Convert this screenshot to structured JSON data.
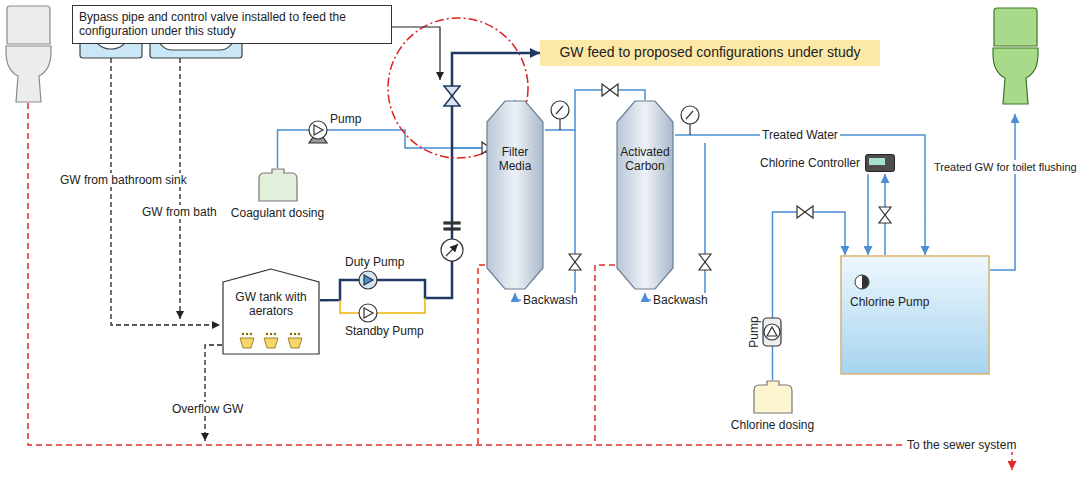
{
  "diagram": {
    "nodes": [
      {
        "text": [
          "Bypass pipe and control valve installed to feed the configuration under this study"
        ]
      },
      {
        "text": [
          "GW feed to proposed configurations under study"
        ]
      },
      {
        "text": [
          "Coagulant dosing"
        ]
      },
      {
        "text": [
          "GW tank with aerators"
        ]
      },
      {
        "text": [
          "Filter Media"
        ]
      },
      {
        "text": [
          "Activated Carbon"
        ]
      },
      {
        "text": [
          "Chlorine Controller"
        ]
      },
      {
        "text": [
          "Chlorine Pump"
        ]
      },
      {
        "text": [
          "Chlorine dosing"
        ]
      }
    ],
    "edges": [
      {
        "from": 3,
        "to": 4,
        "arrow": "to"
      },
      {
        "from": 2,
        "to": 4,
        "arrow": "to"
      },
      {
        "from": 3,
        "to": 1,
        "arrow": "to"
      },
      {
        "from": 4,
        "to": 5,
        "arrow": "none"
      },
      {
        "from": 5,
        "to": 7,
        "label": "Treated Water",
        "arrow": "to"
      },
      {
        "from": 8,
        "to": 7,
        "arrow": "to"
      },
      {
        "from": 7,
        "to": 6,
        "arrow": "to"
      },
      {
        "from": 6,
        "to": 7,
        "arrow": "to"
      }
    ],
    "labels": [
      "GW from bathroom sink",
      "GW from bath",
      "Pump",
      "Duty Pump",
      "Standby Pump",
      "Overflow GW",
      "Backwash",
      "Backwash",
      "Pump",
      "Treated GW for toilet flushing",
      "To the sewer system"
    ]
  }
}
